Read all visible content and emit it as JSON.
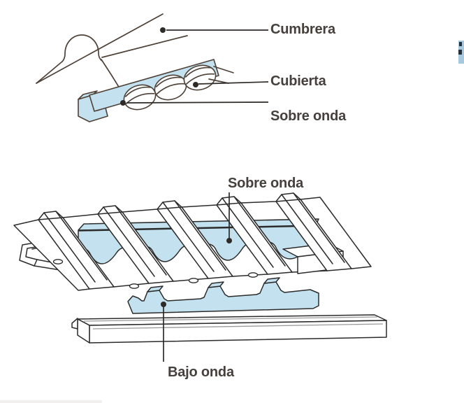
{
  "colors": {
    "line-top": "#4e4138",
    "line-bottom": "#2b2b2b",
    "fill-blue": "#c3e1ee",
    "label-color": "#45403b",
    "edge-chip-blue": "#a6c9e0",
    "edge-strip-gray": "#f1f0ef"
  },
  "top_diagram": {
    "labels": [
      {
        "id": "cumbrera",
        "text": "Cumbrera"
      },
      {
        "id": "cubierta",
        "text": "Cubierta"
      },
      {
        "id": "sobre-onda",
        "text": "Sobre onda"
      }
    ]
  },
  "bottom_diagram": {
    "labels": [
      {
        "id": "sobre-onda",
        "text": "Sobre onda"
      },
      {
        "id": "bajo-onda",
        "text": "Bajo onda"
      }
    ]
  }
}
